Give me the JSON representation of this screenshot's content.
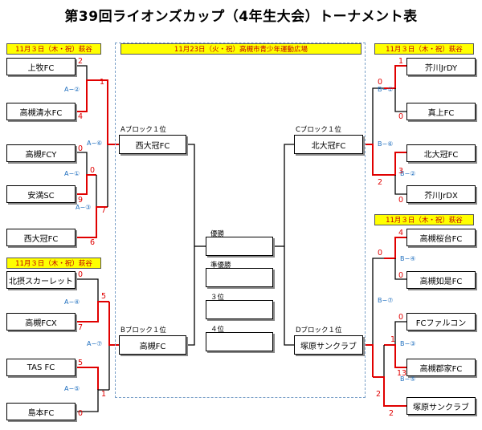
{
  "title": "第39回ライオンズカップ（4年生大会）トーナメント表",
  "venues": {
    "left_top": "11月３日（木・祝）萩谷",
    "left_bottom": "11月３日（木・祝）萩谷",
    "right_top": "11月３日（木・祝）萩谷",
    "right_bottom": "11月３日（木・祝）萩谷",
    "center": "11月23日（火・祝）高槻市青少年運動広場"
  },
  "teams": {
    "L1": "上牧FC",
    "L2": "高槻清水FC",
    "L3": "高槻FCY",
    "L4": "安満SC",
    "L5": "西大冠FC",
    "L6": "北摂スカーレット",
    "L7": "高槻FCX",
    "L8": "TAS FC",
    "L9": "島本FC",
    "R1": "芥川JrDY",
    "R2": "真上FC",
    "R3": "北大冠FC",
    "R4": "芥川JrDX",
    "R5": "高槻桜台FC",
    "R6": "高槻如是FC",
    "R7": "FCファルコン",
    "R8": "高槻郡家FC",
    "R9": "塚原サンクラブ"
  },
  "blocks": {
    "A": {
      "label": "Aブロック１位",
      "winner": "西大冠FC"
    },
    "B": {
      "label": "Bブロック１位",
      "winner": "高槻FC"
    },
    "C": {
      "label": "Cブロック１位",
      "winner": "北大冠FC"
    },
    "D": {
      "label": "Dブロック１位",
      "winner": "塚原サンクラブ"
    }
  },
  "finals": {
    "champion": "優勝",
    "runner_up": "準優勝",
    "third": "３位",
    "fourth": "４位"
  },
  "codes": {
    "A2": "A−②",
    "A6": "A−⑥",
    "A1": "A−①",
    "A3": "A−③",
    "A4": "A−④",
    "A7": "A−⑦",
    "A5": "A−⑤",
    "B1": "B−①",
    "B6": "B−⑥",
    "B2": "B−②",
    "B4": "B−④",
    "B7": "B−⑦",
    "B3": "B−③",
    "B5": "B−⑤"
  },
  "scores": {
    "L1": "2",
    "L2": "4",
    "L12w": "1",
    "L3": "0",
    "L4": "9",
    "L34w": "0",
    "L5": "6",
    "Lsf": "7",
    "L6": "0",
    "L7": "7",
    "L67w": "5",
    "L8": "5",
    "L9": "0",
    "L89w": "1",
    "R1": "1",
    "R2": "0",
    "R12w": "0",
    "R3": "3",
    "R4": "0",
    "R34w": "2",
    "R5": "4",
    "R6": "0",
    "R56w": "0",
    "R7": "0",
    "R8": "13",
    "R78w": "1",
    "R9": "2",
    "Rsf": "2"
  },
  "colors": {
    "winner_line": "#e00000",
    "line": "#000000",
    "code": "#1f6fbf",
    "banner": "#ffff00"
  }
}
